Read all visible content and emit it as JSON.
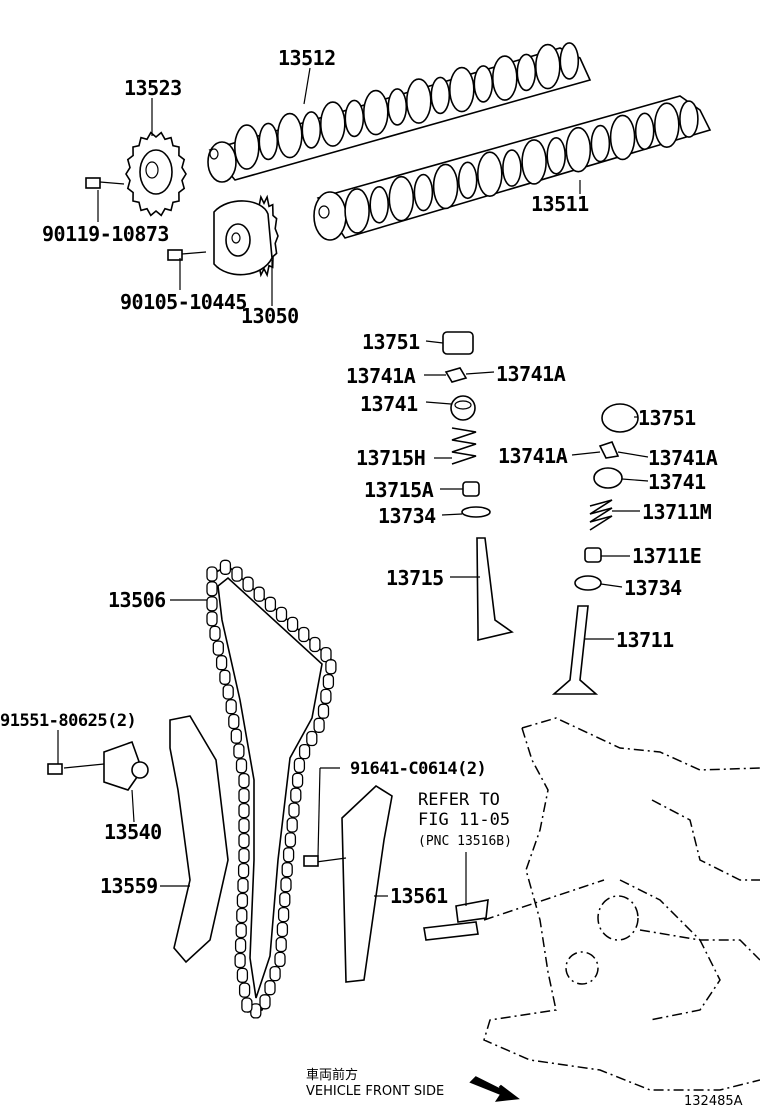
{
  "figure_id": "132485A",
  "direction": {
    "japanese": "車両前方",
    "english": "VEHICLE FRONT SIDE"
  },
  "reference": {
    "line1": "REFER TO",
    "line2": "FIG 11-05",
    "line3": "(PNC 13516B)"
  },
  "parts": {
    "camshaft_upper": "13512",
    "camshaft_lower": "13511",
    "sprocket": "13523",
    "bolt_sprocket": "90119-10873",
    "bolt_vvt": "90105-10445",
    "vvt_gear": "13050",
    "lifter_left": "13751",
    "keeper_left_a": "13741A",
    "keeper_left_b": "13741A",
    "retainer_left": "13741",
    "spring_left": "13715H",
    "seal_left": "13715A",
    "seat_left": "13734",
    "valve_exhaust": "13715",
    "lifter_right": "13751",
    "keeper_right_a": "13741A",
    "keeper_right_b": "13741A",
    "retainer_right": "13741",
    "spring_right": "13711M",
    "seal_right": "13711E",
    "seat_right": "13734",
    "valve_intake": "13711",
    "chain": "13506",
    "bolt_tensioner": "91551-80625(2)",
    "tensioner": "13540",
    "slipper": "13559",
    "bolt_damper": "91641-C0614(2)",
    "damper": "13561"
  }
}
